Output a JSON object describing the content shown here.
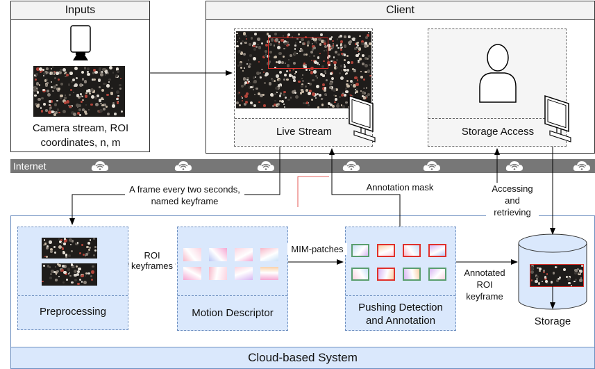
{
  "inputs": {
    "title": "Inputs",
    "caption": "Camera stream, ROI coordinates, n, m"
  },
  "client": {
    "title": "Client",
    "live_stream_label": "Live Stream",
    "storage_access_label": "Storage Access"
  },
  "internet": {
    "label": "Internet"
  },
  "cloud": {
    "title": "Cloud-based System",
    "preprocessing_label": "Preprocessing",
    "motion_descriptor_label": "Motion Descriptor",
    "pushing_detection_label": "Pushing Detection and Annotation",
    "storage_label": "Storage"
  },
  "edges": {
    "keyframe_label": "A frame every two seconds, named keyframe",
    "roi_keyframes_label": "ROI keyframes",
    "mim_patches_label": "MIM-patches",
    "annotation_mask_label": "Annotation mask",
    "annotated_roi_label": "Annotated ROI keyframe",
    "accessing_label": "Accessing and retrieving"
  },
  "colors": {
    "cloud_fill": "#dae8fc",
    "cloud_border": "#6c8ebf",
    "internet_bar": "#777777",
    "patch_green": "#5a9e6f",
    "patch_red": "#e0302b"
  },
  "icons": [
    "camera-icon",
    "monitor-icon",
    "user-icon",
    "wifi-cloud-icon",
    "database-icon"
  ]
}
